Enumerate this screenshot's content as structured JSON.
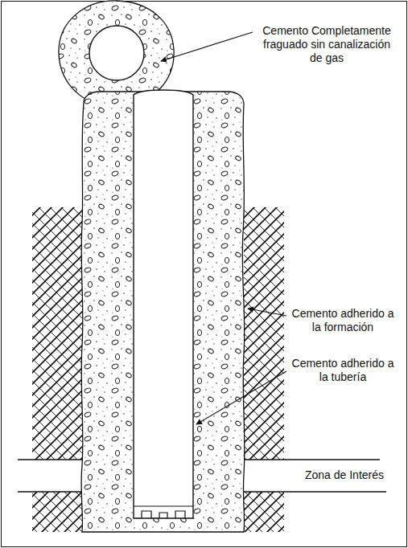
{
  "diagram": {
    "labels": [
      "Cemento Completamente fraguado sin canalización de gas",
      "Cemento adherido a la formación",
      "Cemento adherido a la tubería",
      "Zona de Interés"
    ]
  }
}
